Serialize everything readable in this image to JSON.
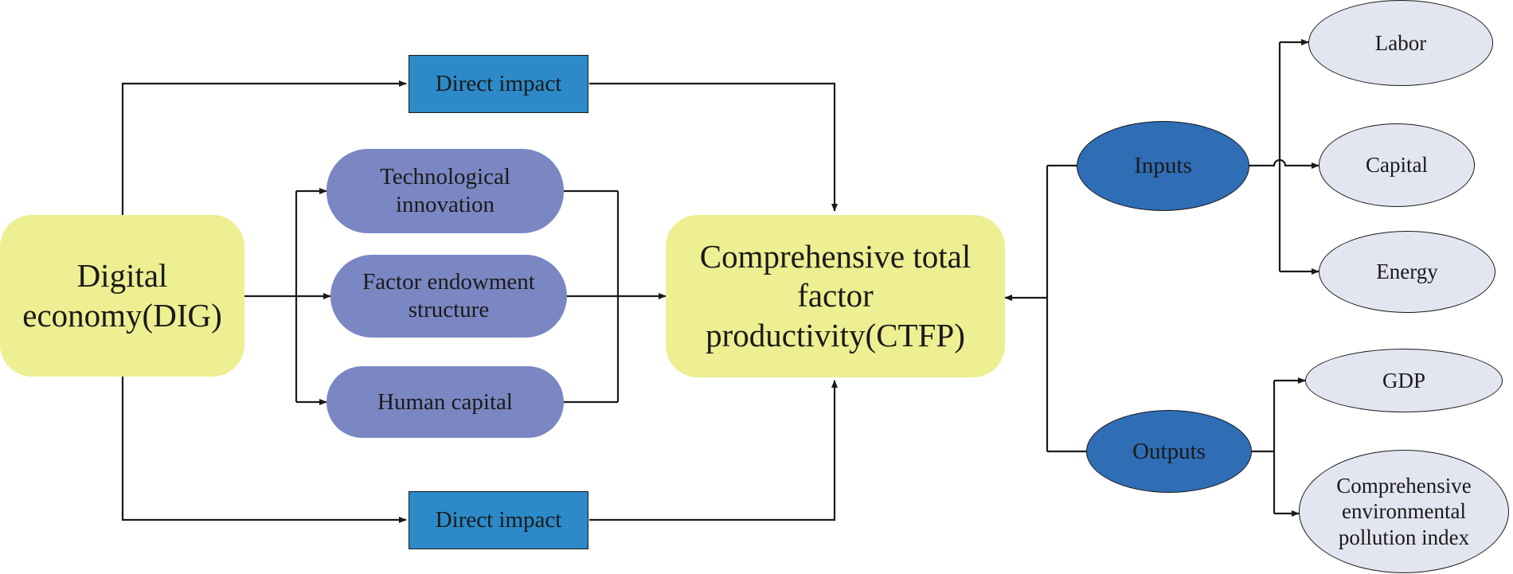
{
  "nodes": {
    "dig": "Digital\neconomy(DIG)",
    "ctfp": "Comprehensive total\nfactor\nproductivity(CTFP)",
    "direct_top": "Direct impact",
    "direct_bottom": "Direct impact",
    "tech": "Technological\ninnovation",
    "factor": "Factor endowment\nstructure",
    "human": "Human capital",
    "inputs": "Inputs",
    "outputs": "Outputs",
    "labor": "Labor",
    "capital": "Capital",
    "energy": "Energy",
    "gdp": "GDP",
    "pollution": "Comprehensive\nenvironmental\npollution index"
  },
  "colors": {
    "main_nodes": "#eeee92",
    "mediator_nodes": "#7b87c2",
    "direct_impact": "#2c8ac8",
    "io_nodes": "#2f6db5",
    "indicator_nodes": "#e3e6f1",
    "lines": "#1a1a1a"
  }
}
